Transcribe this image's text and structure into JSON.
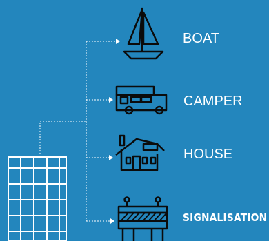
{
  "diagram": {
    "background": "#2386bd",
    "stroke_color": "#0b0b0b",
    "connector_color": "#ffffff",
    "source": {
      "icon": "solar-panel-icon"
    },
    "targets": [
      {
        "label": "BOAT",
        "icon": "sailboat-icon"
      },
      {
        "label": "CAMPER",
        "icon": "camper-van-icon"
      },
      {
        "label": "HOUSE",
        "icon": "house-icon"
      },
      {
        "label": "SIGNALISATION",
        "icon": "road-barrier-icon"
      }
    ]
  }
}
